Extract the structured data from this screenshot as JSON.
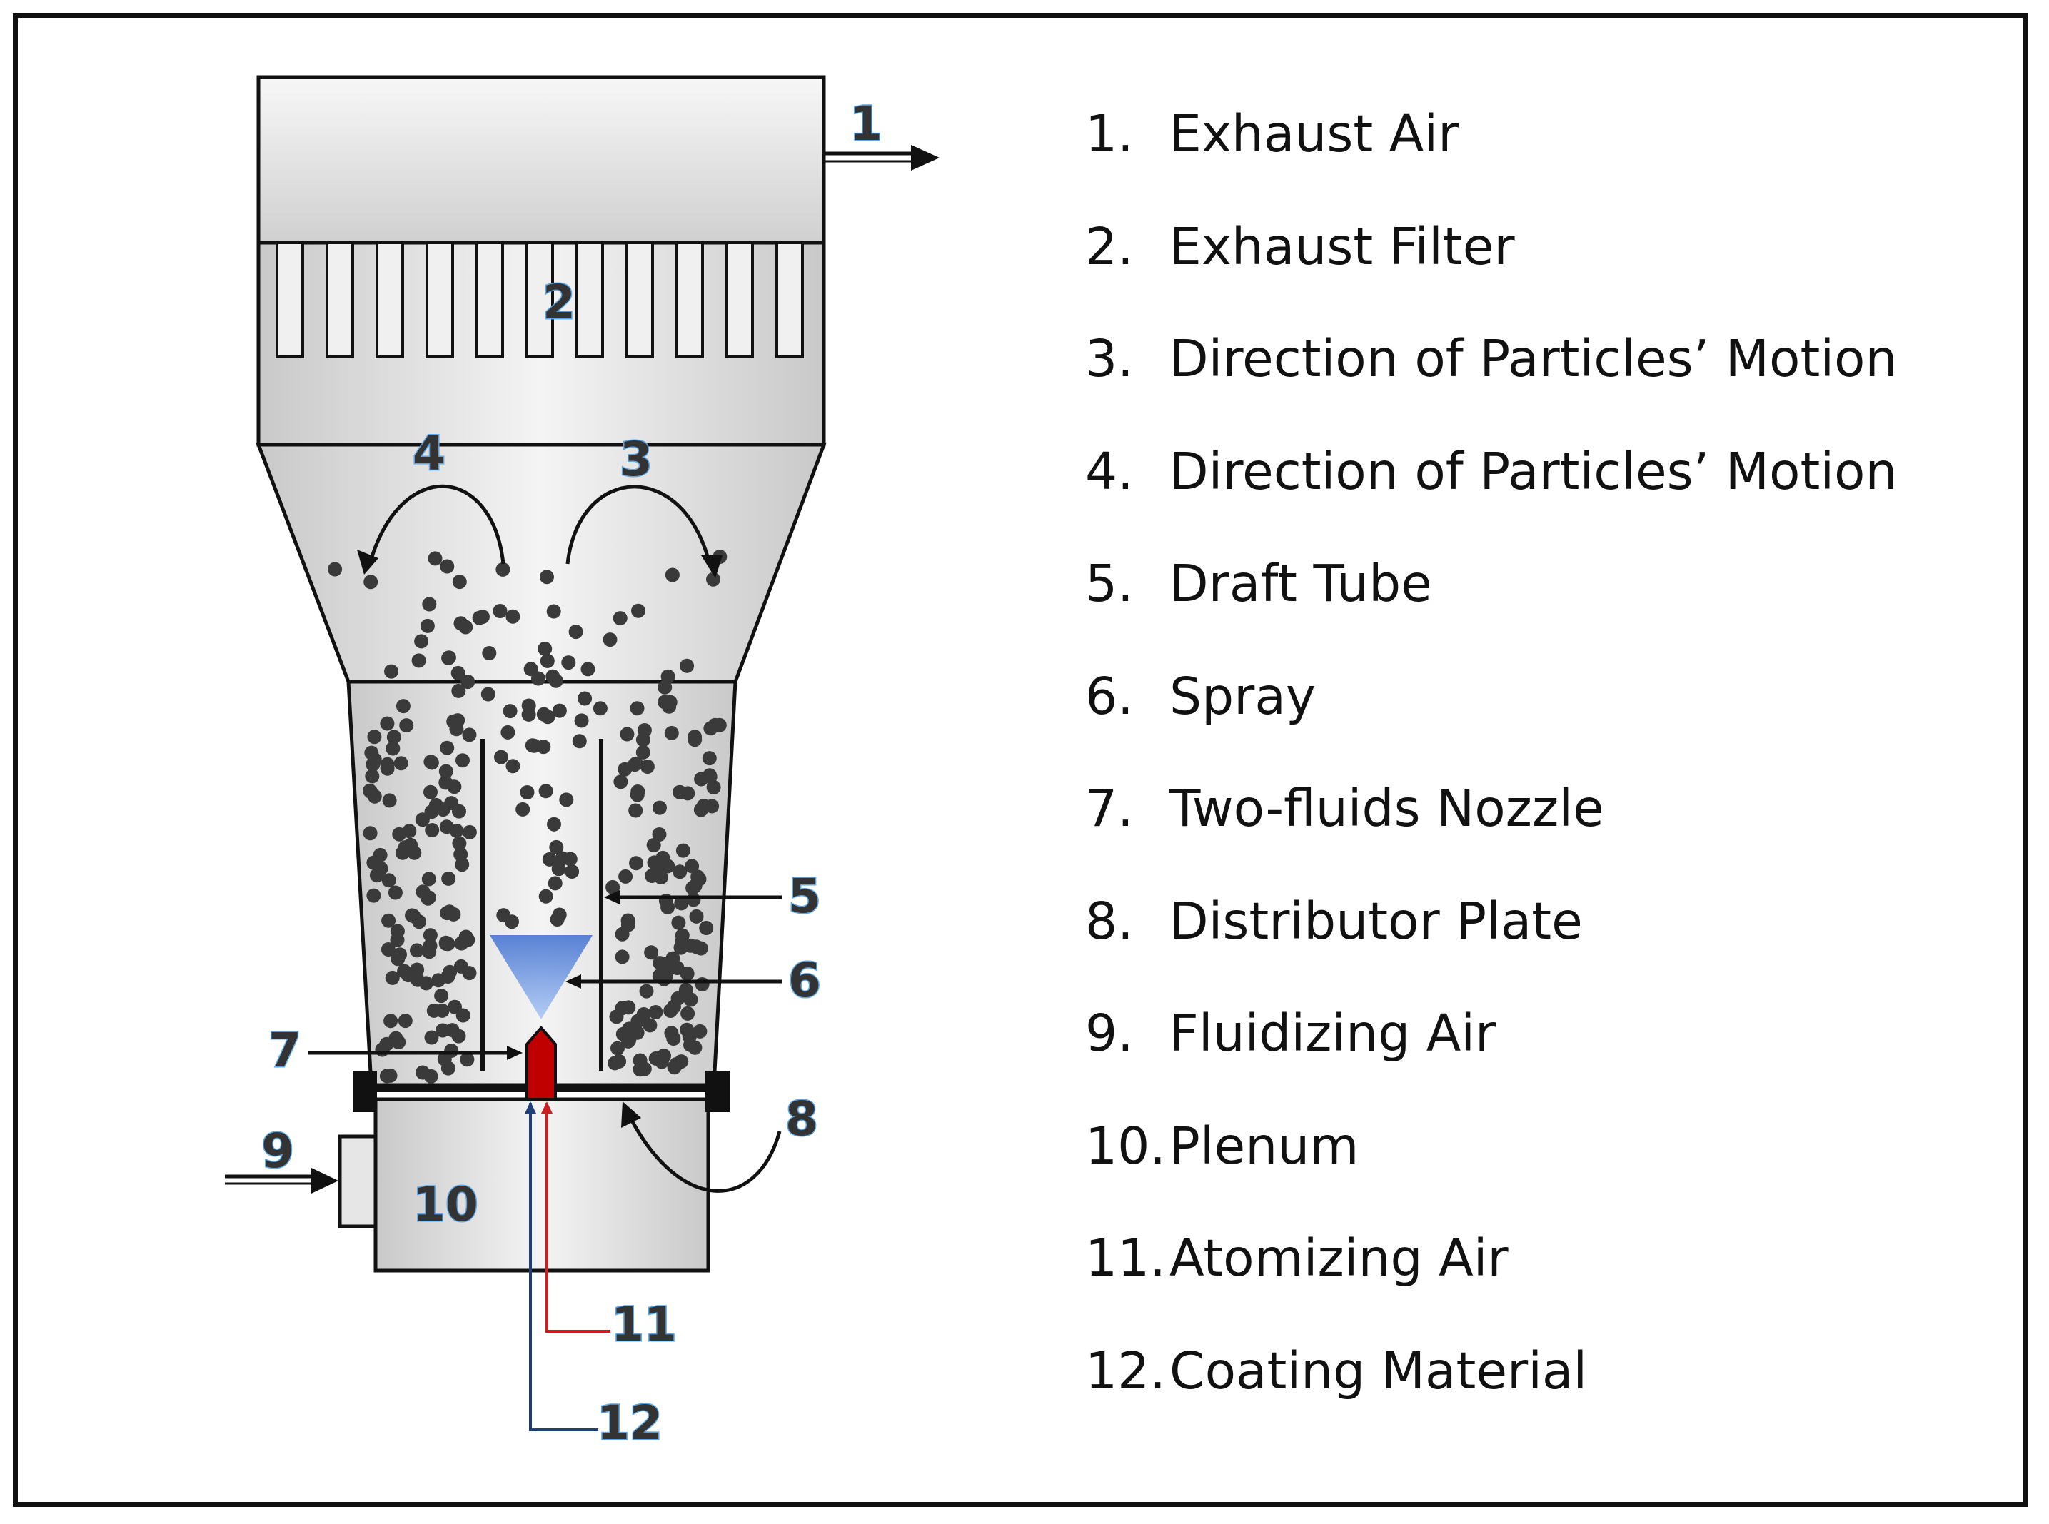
{
  "callouts": [
    "1",
    "2",
    "3",
    "4",
    "5",
    "6",
    "7",
    "8",
    "9",
    "10",
    "11",
    "12"
  ],
  "legend": [
    {
      "num": "1.",
      "text": "Exhaust Air"
    },
    {
      "num": "2.",
      "text": "Exhaust Filter"
    },
    {
      "num": "3.",
      "text": "Direction of Particles’ Motion"
    },
    {
      "num": "4.",
      "text": "Direction of Particles’ Motion"
    },
    {
      "num": "5.",
      "text": "Draft Tube"
    },
    {
      "num": "6.",
      "text": "Spray"
    },
    {
      "num": "7.",
      "text": "Two-fluids Nozzle"
    },
    {
      "num": "8.",
      "text": "Distributor Plate"
    },
    {
      "num": "9.",
      "text": "Fluidizing Air"
    },
    {
      "num": "10.",
      "text": "Plenum"
    },
    {
      "num": "11.",
      "text": "Atomizing Air"
    },
    {
      "num": "12.",
      "text": "Coating Material"
    }
  ],
  "colors": {
    "particle": "#3a3a3a",
    "spray": "#5b8fe0",
    "nozzle": "#c00000",
    "atomizing_air_line": "#cc1f1f",
    "coating_line": "#1f3f7a",
    "callout_outline": "#5aa6e8"
  }
}
